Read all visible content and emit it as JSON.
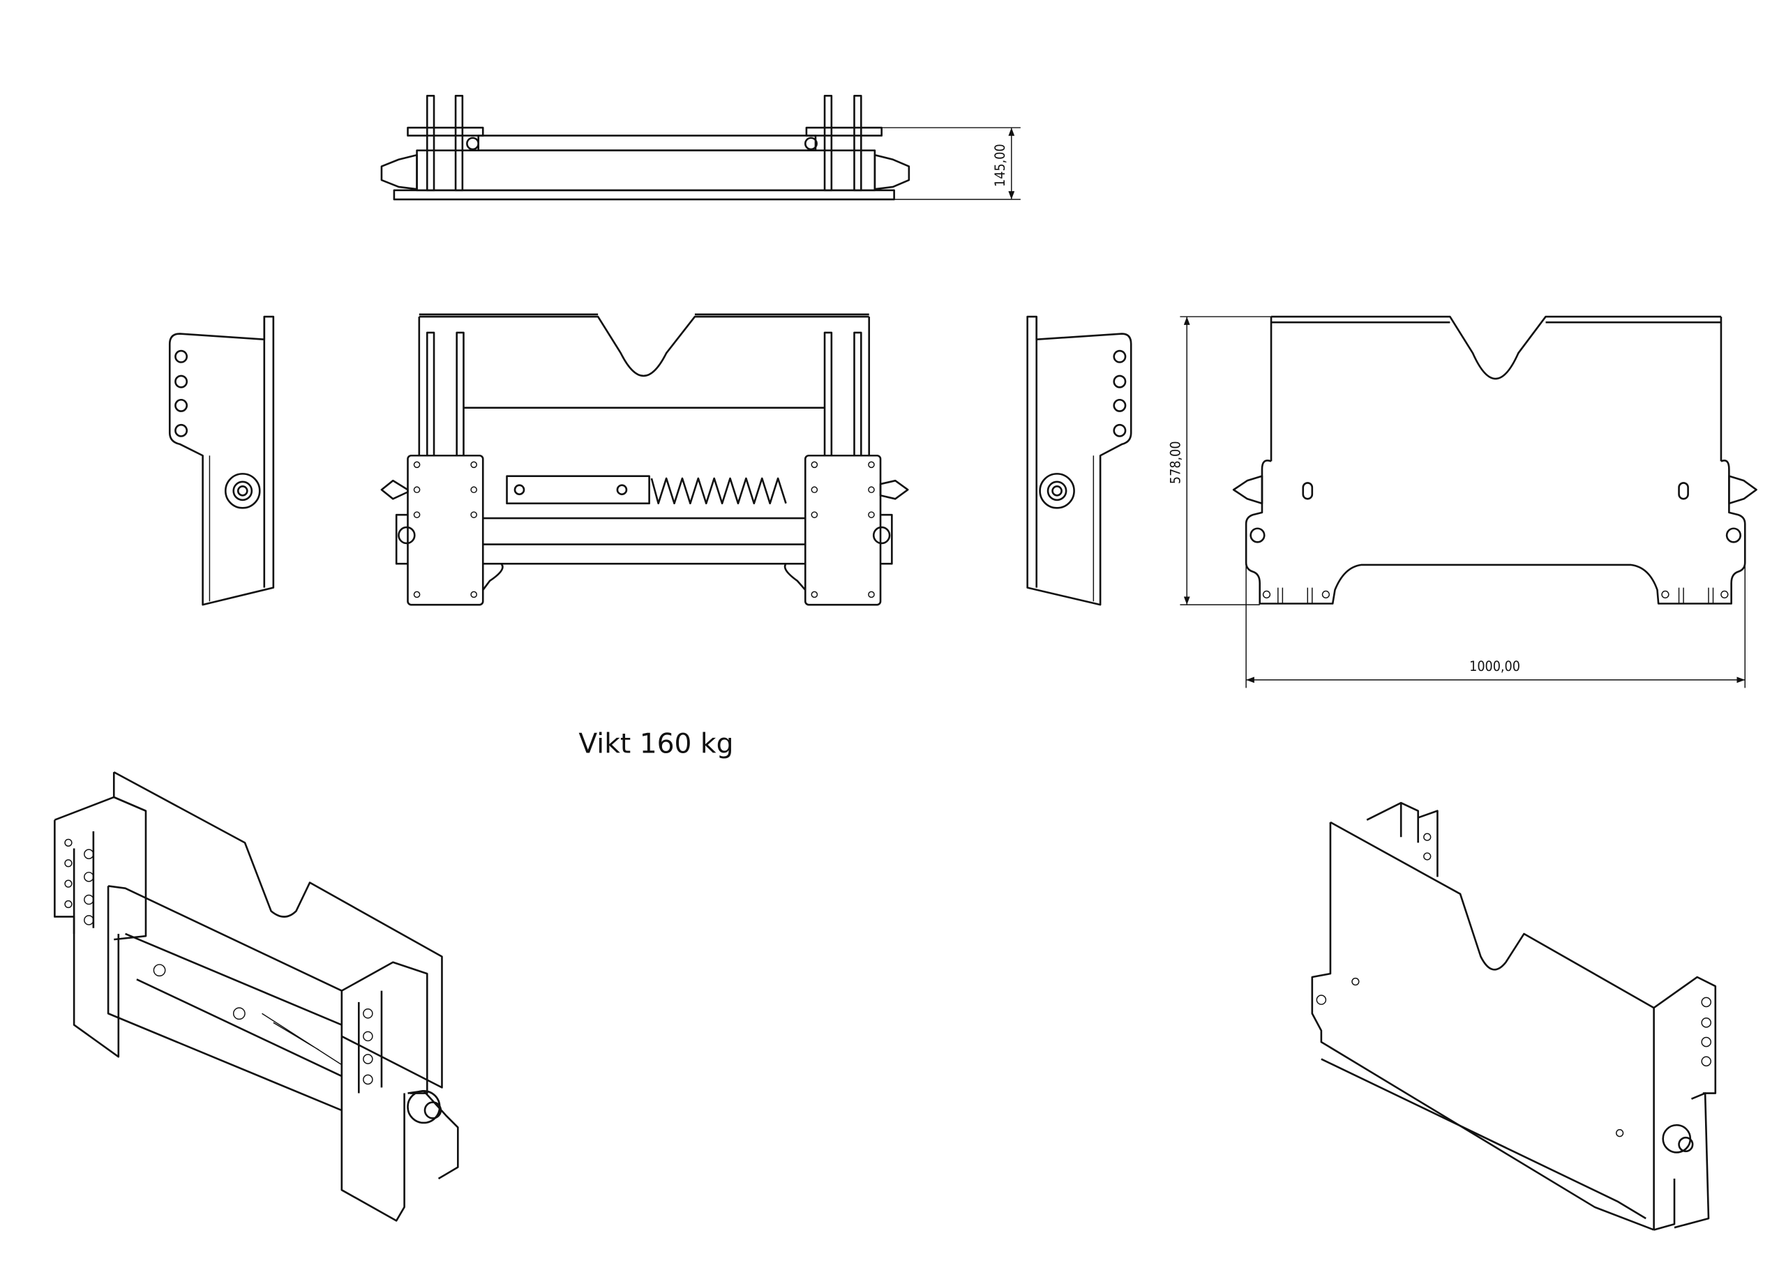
{
  "drawing": {
    "dimensions": {
      "height_top_view": "145,00",
      "height_rear_view": "578,00",
      "width_rear_view": "1000,00"
    },
    "weight_label": "Vikt 160 kg"
  },
  "colors": {
    "line": "#111111",
    "background": "#ffffff"
  }
}
